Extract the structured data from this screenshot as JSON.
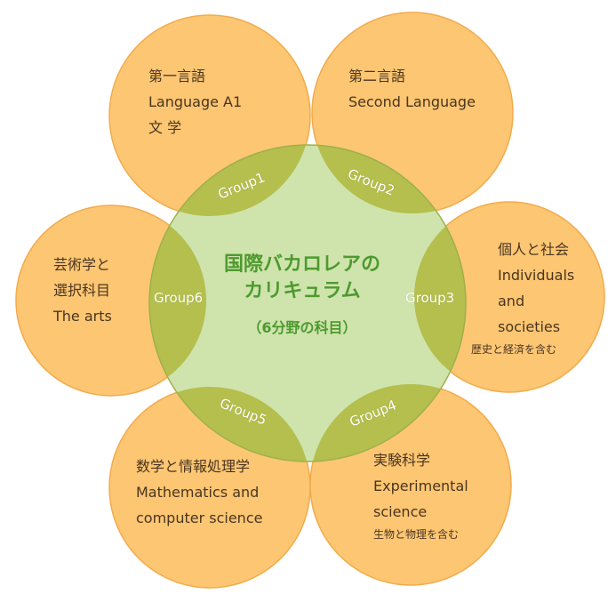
{
  "colors": {
    "petal_fill": "#fcc673",
    "petal_stroke": "#f2ab4c",
    "overlap_fill": "#b4bf4d",
    "center_fill": "#cfe4ad",
    "center_text": "#4e9a2f",
    "body_text": "#4a3520"
  },
  "center": {
    "title_line1": "国際バカロレアの",
    "title_line2": "カリキュラム",
    "subtitle": "（6分野の科目）"
  },
  "groups": [
    {
      "id": "group1",
      "badge": "Group1",
      "lines": [
        "第一言語",
        "Language A1",
        "文 学"
      ],
      "small": ""
    },
    {
      "id": "group2",
      "badge": "Group2",
      "lines": [
        "第二言語",
        "Second Language"
      ],
      "small": ""
    },
    {
      "id": "group3",
      "badge": "Group3",
      "lines": [
        "個人と社会",
        "Individuals",
        "and",
        "societies"
      ],
      "small": "歴史と経済を含む"
    },
    {
      "id": "group4",
      "badge": "Group4",
      "lines": [
        "実験科学",
        "Experimental",
        "science"
      ],
      "small": "生物と物理を含む"
    },
    {
      "id": "group5",
      "badge": "Group5",
      "lines": [
        "数学と情報処理学",
        "Mathematics and",
        "computer science"
      ],
      "small": ""
    },
    {
      "id": "group6",
      "badge": "Group6",
      "lines": [
        "芸術学と",
        "選択科目",
        "The arts"
      ],
      "small": ""
    }
  ]
}
